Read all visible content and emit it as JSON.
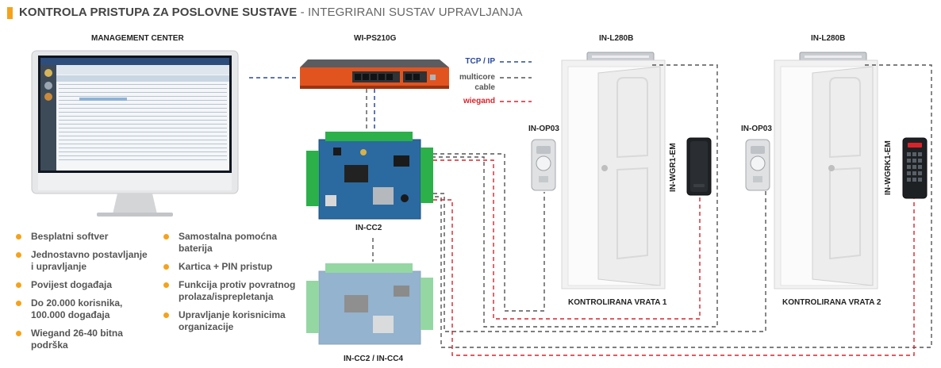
{
  "header": {
    "title_bold": "KONTROLA PRISTUPA ZA POSLOVNE SUSTAVE",
    "title_light": " - INTEGRIRANI SUSTAV UPRAVLJANJA",
    "accent_color": "#f5a21b"
  },
  "labels": {
    "management_center": "MANAGEMENT CENTER",
    "switch": "WI-PS210G",
    "controller": "IN-CC2",
    "controller_alt": "IN-CC2 / IN-CC4",
    "lock_1": "IN-L280B",
    "lock_2": "IN-L280B",
    "button_1": "IN-OP03",
    "button_2": "IN-OP03",
    "reader_1": "IN-WGR1-EM",
    "reader_2": "IN-WGRK1-EM",
    "door_1": "KONTROLIRANA VRATA 1",
    "door_2": "KONTROLIRANA VRATA 2"
  },
  "legend": {
    "tcp": {
      "label": "TCP / IP",
      "color": "#2a4a9a"
    },
    "multicore": {
      "label_line1": "multicore",
      "label_line2": "cable",
      "color": "#555555"
    },
    "wiegand": {
      "label": "wiegand",
      "color": "#d9232a"
    }
  },
  "features": {
    "left": [
      {
        "line1": "Besplatni softver",
        "line2": ""
      },
      {
        "line1": "Jednostavno postavljanje",
        "line2": "i upravljanje"
      },
      {
        "line1": "Povijest događaja",
        "line2": ""
      },
      {
        "line1": "Do 20.000 korisnika,",
        "line2": "100.000 događaja"
      },
      {
        "line1": "Wiegand 26-40 bitna",
        "line2": "podrška"
      }
    ],
    "right": [
      {
        "line1": "Samostalna pomoćna",
        "line2": "baterija"
      },
      {
        "line1": "Kartica + PIN pristup",
        "line2": ""
      },
      {
        "line1": "Funkcija protiv povratnog",
        "line2": "prolaza/isprepletanja"
      },
      {
        "line1": "Upravljanje korisnicima",
        "line2": "organizacije"
      }
    ]
  }
}
